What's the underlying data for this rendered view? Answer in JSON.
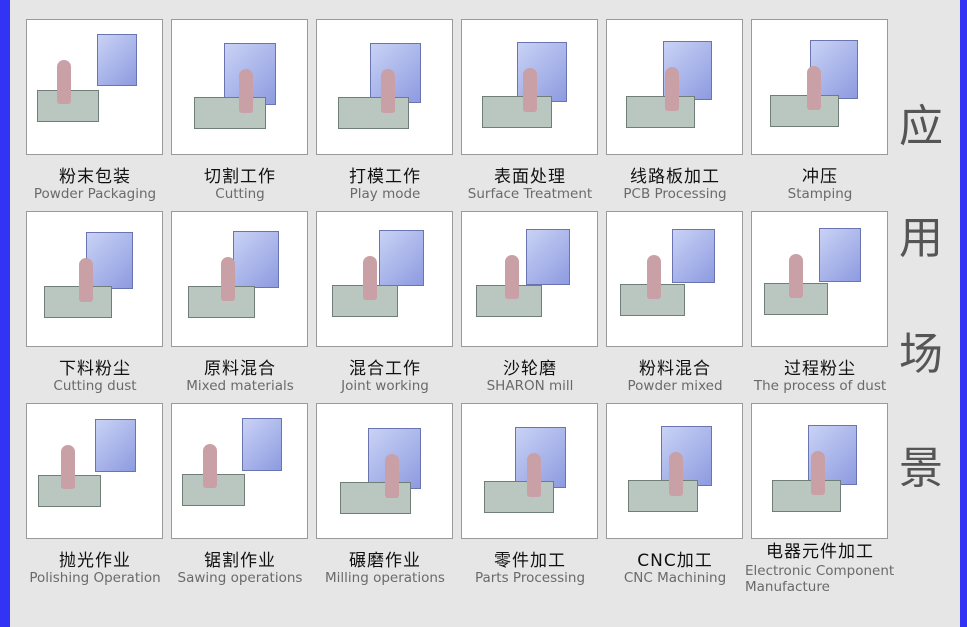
{
  "accent_color": "#3333f5",
  "side_title": [
    "应",
    "用",
    "场",
    "景"
  ],
  "items": [
    {
      "cn": "粉末包装",
      "en": "Powder Packaging"
    },
    {
      "cn": "切割工作",
      "en": "Cutting"
    },
    {
      "cn": "打模工作",
      "en": "Play mode"
    },
    {
      "cn": "表面处理",
      "en": "Surface Treatment"
    },
    {
      "cn": "线路板加工",
      "en": "PCB Processing"
    },
    {
      "cn": "冲压",
      "en": "Stamping"
    },
    {
      "cn": "下料粉尘",
      "en": "Cutting dust"
    },
    {
      "cn": "原料混合",
      "en": "Mixed materials"
    },
    {
      "cn": "混合工作",
      "en": "Joint working"
    },
    {
      "cn": "沙轮磨",
      "en": "SHARON mill"
    },
    {
      "cn": "粉料混合",
      "en": "Powder mixed"
    },
    {
      "cn": "过程粉尘",
      "en": "The process of dust"
    },
    {
      "cn": "抛光作业",
      "en": "Polishing Operation"
    },
    {
      "cn": "锯割作业",
      "en": "Sawing operations"
    },
    {
      "cn": "碾磨作业",
      "en": "Milling operations"
    },
    {
      "cn": "零件加工",
      "en": "Parts Processing"
    },
    {
      "cn": "CNC加工",
      "en": "CNC Machining"
    },
    {
      "cn": "电器元件加工",
      "en": "Electronic Component Manufacture"
    }
  ]
}
